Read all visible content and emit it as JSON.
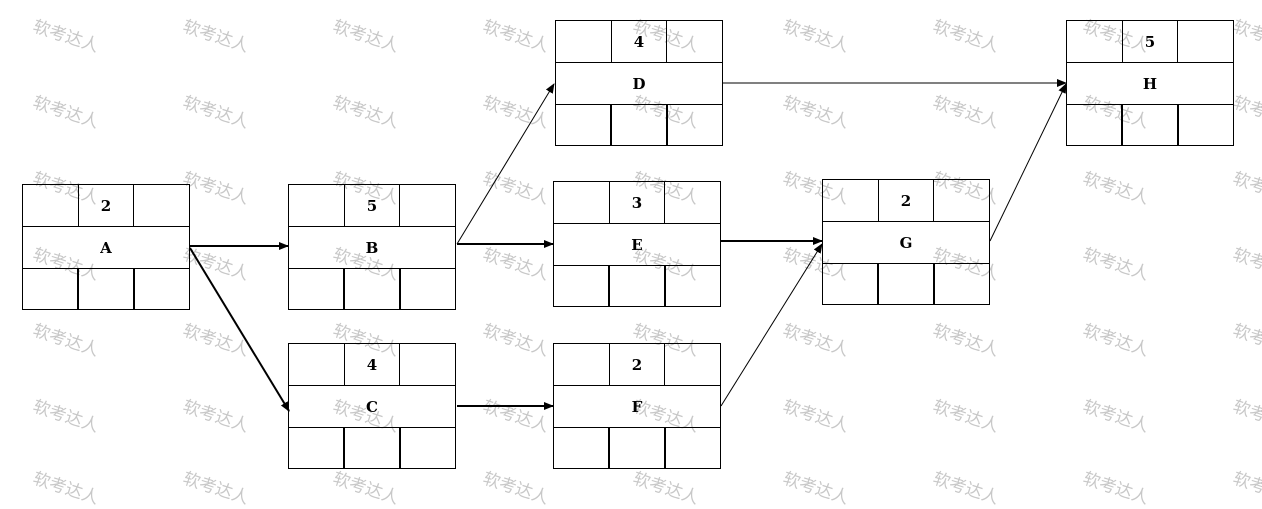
{
  "watermark_text": "软考达人",
  "nodes": {
    "A": {
      "name": "A",
      "duration": "2"
    },
    "B": {
      "name": "B",
      "duration": "5"
    },
    "C": {
      "name": "C",
      "duration": "4"
    },
    "D": {
      "name": "D",
      "duration": "4"
    },
    "E": {
      "name": "E",
      "duration": "3"
    },
    "F": {
      "name": "F",
      "duration": "2"
    },
    "G": {
      "name": "G",
      "duration": "2"
    },
    "H": {
      "name": "H",
      "duration": "5"
    }
  },
  "edges": [
    {
      "from": "A",
      "to": "B"
    },
    {
      "from": "A",
      "to": "C"
    },
    {
      "from": "B",
      "to": "D"
    },
    {
      "from": "B",
      "to": "E"
    },
    {
      "from": "C",
      "to": "F"
    },
    {
      "from": "D",
      "to": "H"
    },
    {
      "from": "E",
      "to": "G"
    },
    {
      "from": "F",
      "to": "G"
    },
    {
      "from": "G",
      "to": "H"
    }
  ]
}
